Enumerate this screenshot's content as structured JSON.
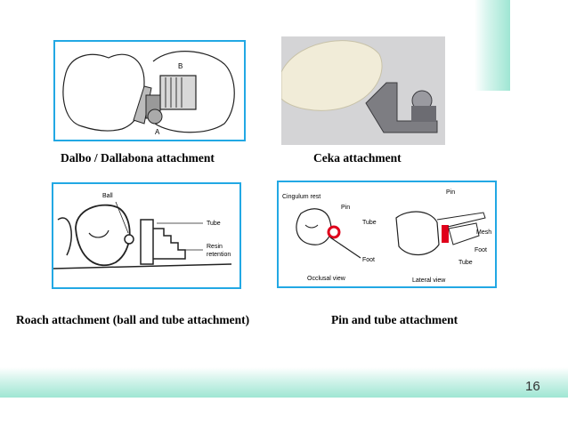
{
  "slide": {
    "page_number": "16",
    "accent_color": "#9fe6d3",
    "border_color": "#22a8e4"
  },
  "captions": {
    "dalbo": "Dalbo / Dallabona attachment",
    "ceka": "Ceka attachment",
    "roach": "Roach attachment (ball and tube attachment)",
    "pin_tube": "Pin and tube attachment"
  },
  "figures": {
    "dalbo": {
      "labels": {
        "a": "A",
        "b": "B"
      }
    },
    "roach": {
      "labels": {
        "ball": "Ball",
        "tube": "Tube",
        "resin": "Resin",
        "retention": "retention"
      }
    },
    "pin_tube": {
      "labels": {
        "cingulum_rest": "Cingulum rest",
        "pin_occlusal": "Pin",
        "tube_occlusal": "Tube",
        "foot_occlusal": "Foot",
        "occlusal_view": "Occlusal view",
        "pin_lateral": "Pin",
        "mesh": "Mesh",
        "foot_lateral": "Foot",
        "tube_lateral": "Tube",
        "lateral_view": "Lateral view"
      }
    }
  }
}
